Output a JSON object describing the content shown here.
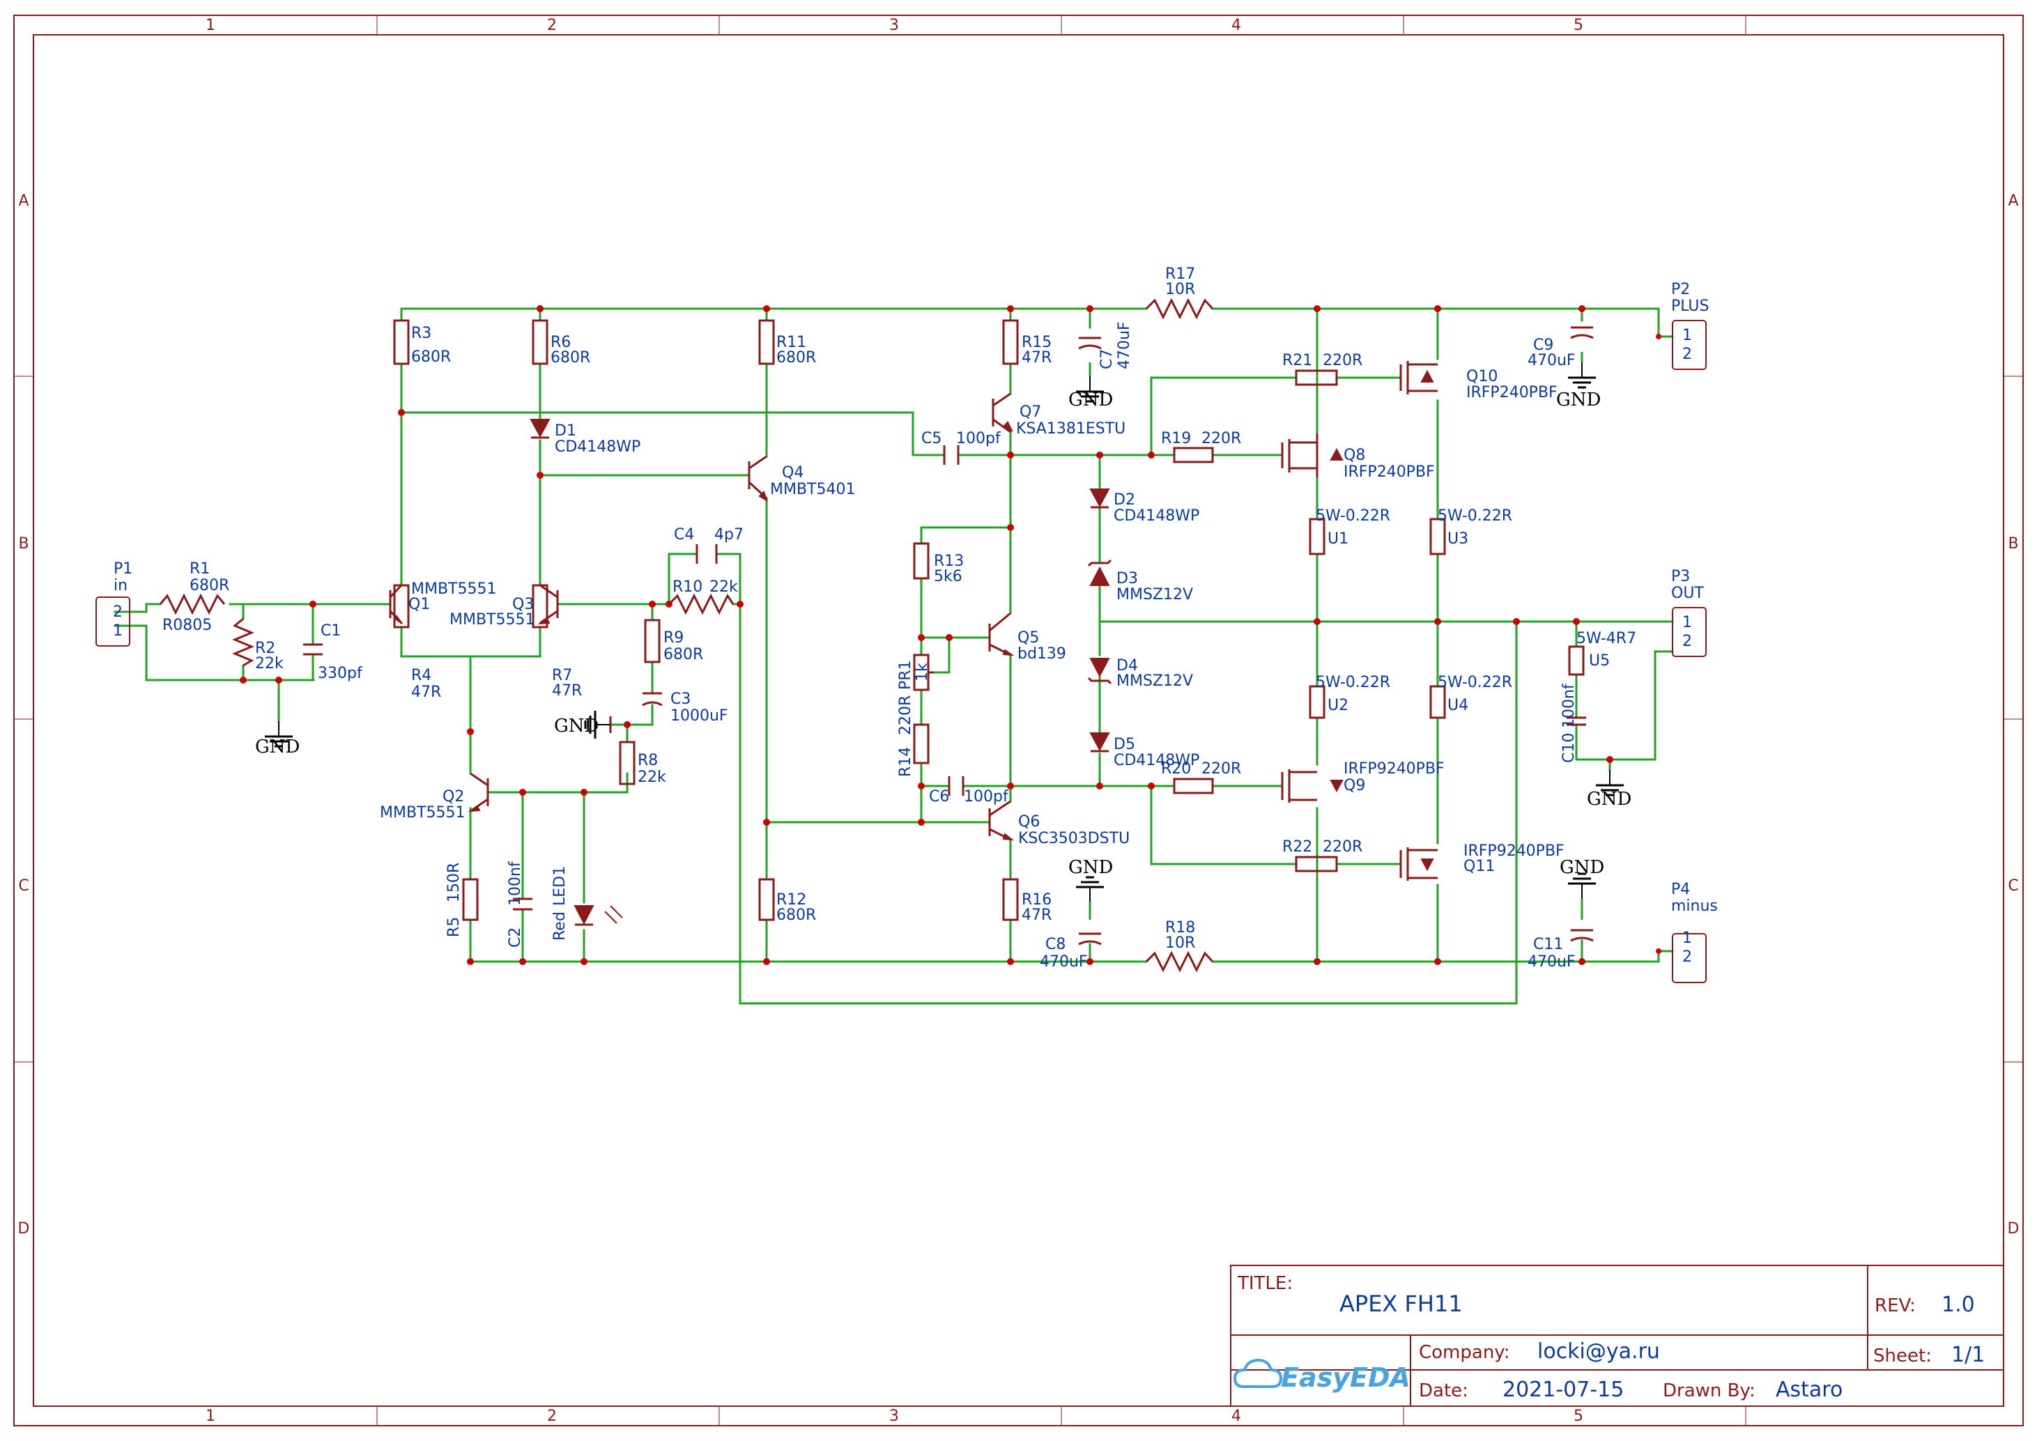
{
  "frame": {
    "columns": [
      "1",
      "2",
      "3",
      "4",
      "5"
    ],
    "rows": [
      "A",
      "B",
      "C",
      "D"
    ]
  },
  "title_block": {
    "title_label": "TITLE:",
    "title": "APEX FH11",
    "rev_label": "REV:",
    "rev": "1.0",
    "company_label": "Company:",
    "company": "locki@ya.ru",
    "sheet_label": "Sheet:",
    "sheet": "1/1",
    "date_label": "Date:",
    "date": "2021-07-15",
    "drawn_label": "Drawn By:",
    "drawn_by": "Astaro",
    "logo_text": "EasyEDA"
  },
  "colors": {
    "wire": "#1fa51f",
    "part": "#8b1a1a",
    "junction": "#cc0000",
    "label": "#0a3a9c"
  },
  "components": {
    "P1": {
      "ref": "P1",
      "value": "in",
      "pin_top": "2",
      "pin_bottom": "1"
    },
    "P2": {
      "ref": "P2",
      "value": "PLUS",
      "pin_top": "1",
      "pin_bottom": "2"
    },
    "P3": {
      "ref": "P3",
      "value": "OUT",
      "pin_top": "1",
      "pin_bottom": "2"
    },
    "P4": {
      "ref": "P4",
      "value": "minus",
      "pin_top": "1",
      "pin_bottom": "2"
    },
    "R1": {
      "ref": "R1",
      "value": "680R",
      "extra": "R0805"
    },
    "R2": {
      "ref": "R2",
      "value": "22k"
    },
    "C1": {
      "ref": "C1",
      "value": "330pf"
    },
    "R3": {
      "ref": "R3",
      "value": "680R"
    },
    "R4": {
      "ref": "R4",
      "value": "47R"
    },
    "Q1": {
      "ref": "Q1",
      "value": "MMBT5551"
    },
    "R6": {
      "ref": "R6",
      "value": "680R"
    },
    "D1": {
      "ref": "D1",
      "value": "CD4148WP"
    },
    "Q3": {
      "ref": "Q3",
      "value": "MMBT5551"
    },
    "R7": {
      "ref": "R7",
      "value": "47R"
    },
    "Q2": {
      "ref": "Q2",
      "value": "MMBT5551"
    },
    "R5": {
      "ref": "R5",
      "value": "150R"
    },
    "C2": {
      "ref": "C2",
      "value": "100nf"
    },
    "LED1": {
      "ref": "LED1",
      "value": "Red"
    },
    "R8": {
      "ref": "R8",
      "value": "22k"
    },
    "R9": {
      "ref": "R9",
      "value": "680R"
    },
    "C3": {
      "ref": "C3",
      "value": "1000uF"
    },
    "C4": {
      "ref": "C4",
      "value": "4p7"
    },
    "R10": {
      "ref": "R10",
      "value": "22k"
    },
    "R11": {
      "ref": "R11",
      "value": "680R"
    },
    "Q4": {
      "ref": "Q4",
      "value": "MMBT5401"
    },
    "R12": {
      "ref": "R12",
      "value": "680R"
    },
    "R15": {
      "ref": "R15",
      "value": "47R"
    },
    "Q7": {
      "ref": "Q7",
      "value": "KSA1381ESTU"
    },
    "C5": {
      "ref": "C5",
      "value": "100pf"
    },
    "R13": {
      "ref": "R13",
      "value": "5k6"
    },
    "Q5": {
      "ref": "Q5",
      "value": "bd139"
    },
    "PR1": {
      "ref": "PR1",
      "value": "1k"
    },
    "R14": {
      "ref": "R14",
      "value": "220R"
    },
    "C6": {
      "ref": "C6",
      "value": "100pf"
    },
    "Q6": {
      "ref": "Q6",
      "value": "KSC3503DSTU"
    },
    "R16": {
      "ref": "R16",
      "value": "47R"
    },
    "C7": {
      "ref": "C7",
      "value": "470uF"
    },
    "C8": {
      "ref": "C8",
      "value": "470uF"
    },
    "D2": {
      "ref": "D2",
      "value": "CD4148WP"
    },
    "D3": {
      "ref": "D3",
      "value": "MMSZ12V"
    },
    "D4": {
      "ref": "D4",
      "value": "MMSZ12V"
    },
    "D5": {
      "ref": "D5",
      "value": "CD4148WP"
    },
    "R17": {
      "ref": "R17",
      "value": "10R"
    },
    "R18": {
      "ref": "R18",
      "value": "10R"
    },
    "R19": {
      "ref": "R19",
      "value": "220R"
    },
    "R20": {
      "ref": "R20",
      "value": "220R"
    },
    "R21": {
      "ref": "R21",
      "value": "220R"
    },
    "R22": {
      "ref": "R22",
      "value": "220R"
    },
    "Q8": {
      "ref": "Q8",
      "value": "IRFP240PBF"
    },
    "Q10": {
      "ref": "Q10",
      "value": "IRFP240PBF"
    },
    "Q9": {
      "ref": "Q9",
      "value": "IRFP9240PBF"
    },
    "Q11": {
      "ref": "Q11",
      "value": "IRFP9240PBF"
    },
    "U1": {
      "ref": "U1",
      "value": "5W-0.22R"
    },
    "U2": {
      "ref": "U2",
      "value": "5W-0.22R"
    },
    "U3": {
      "ref": "U3",
      "value": "5W-0.22R"
    },
    "U4": {
      "ref": "U4",
      "value": "5W-0.22R"
    },
    "U5": {
      "ref": "U5",
      "value": "5W-4R7"
    },
    "C9": {
      "ref": "C9",
      "value": "470uF"
    },
    "C10": {
      "ref": "C10",
      "value": "100nf"
    },
    "C11": {
      "ref": "C11",
      "value": "470uF"
    }
  },
  "net_labels": {
    "gnd": "GND"
  }
}
